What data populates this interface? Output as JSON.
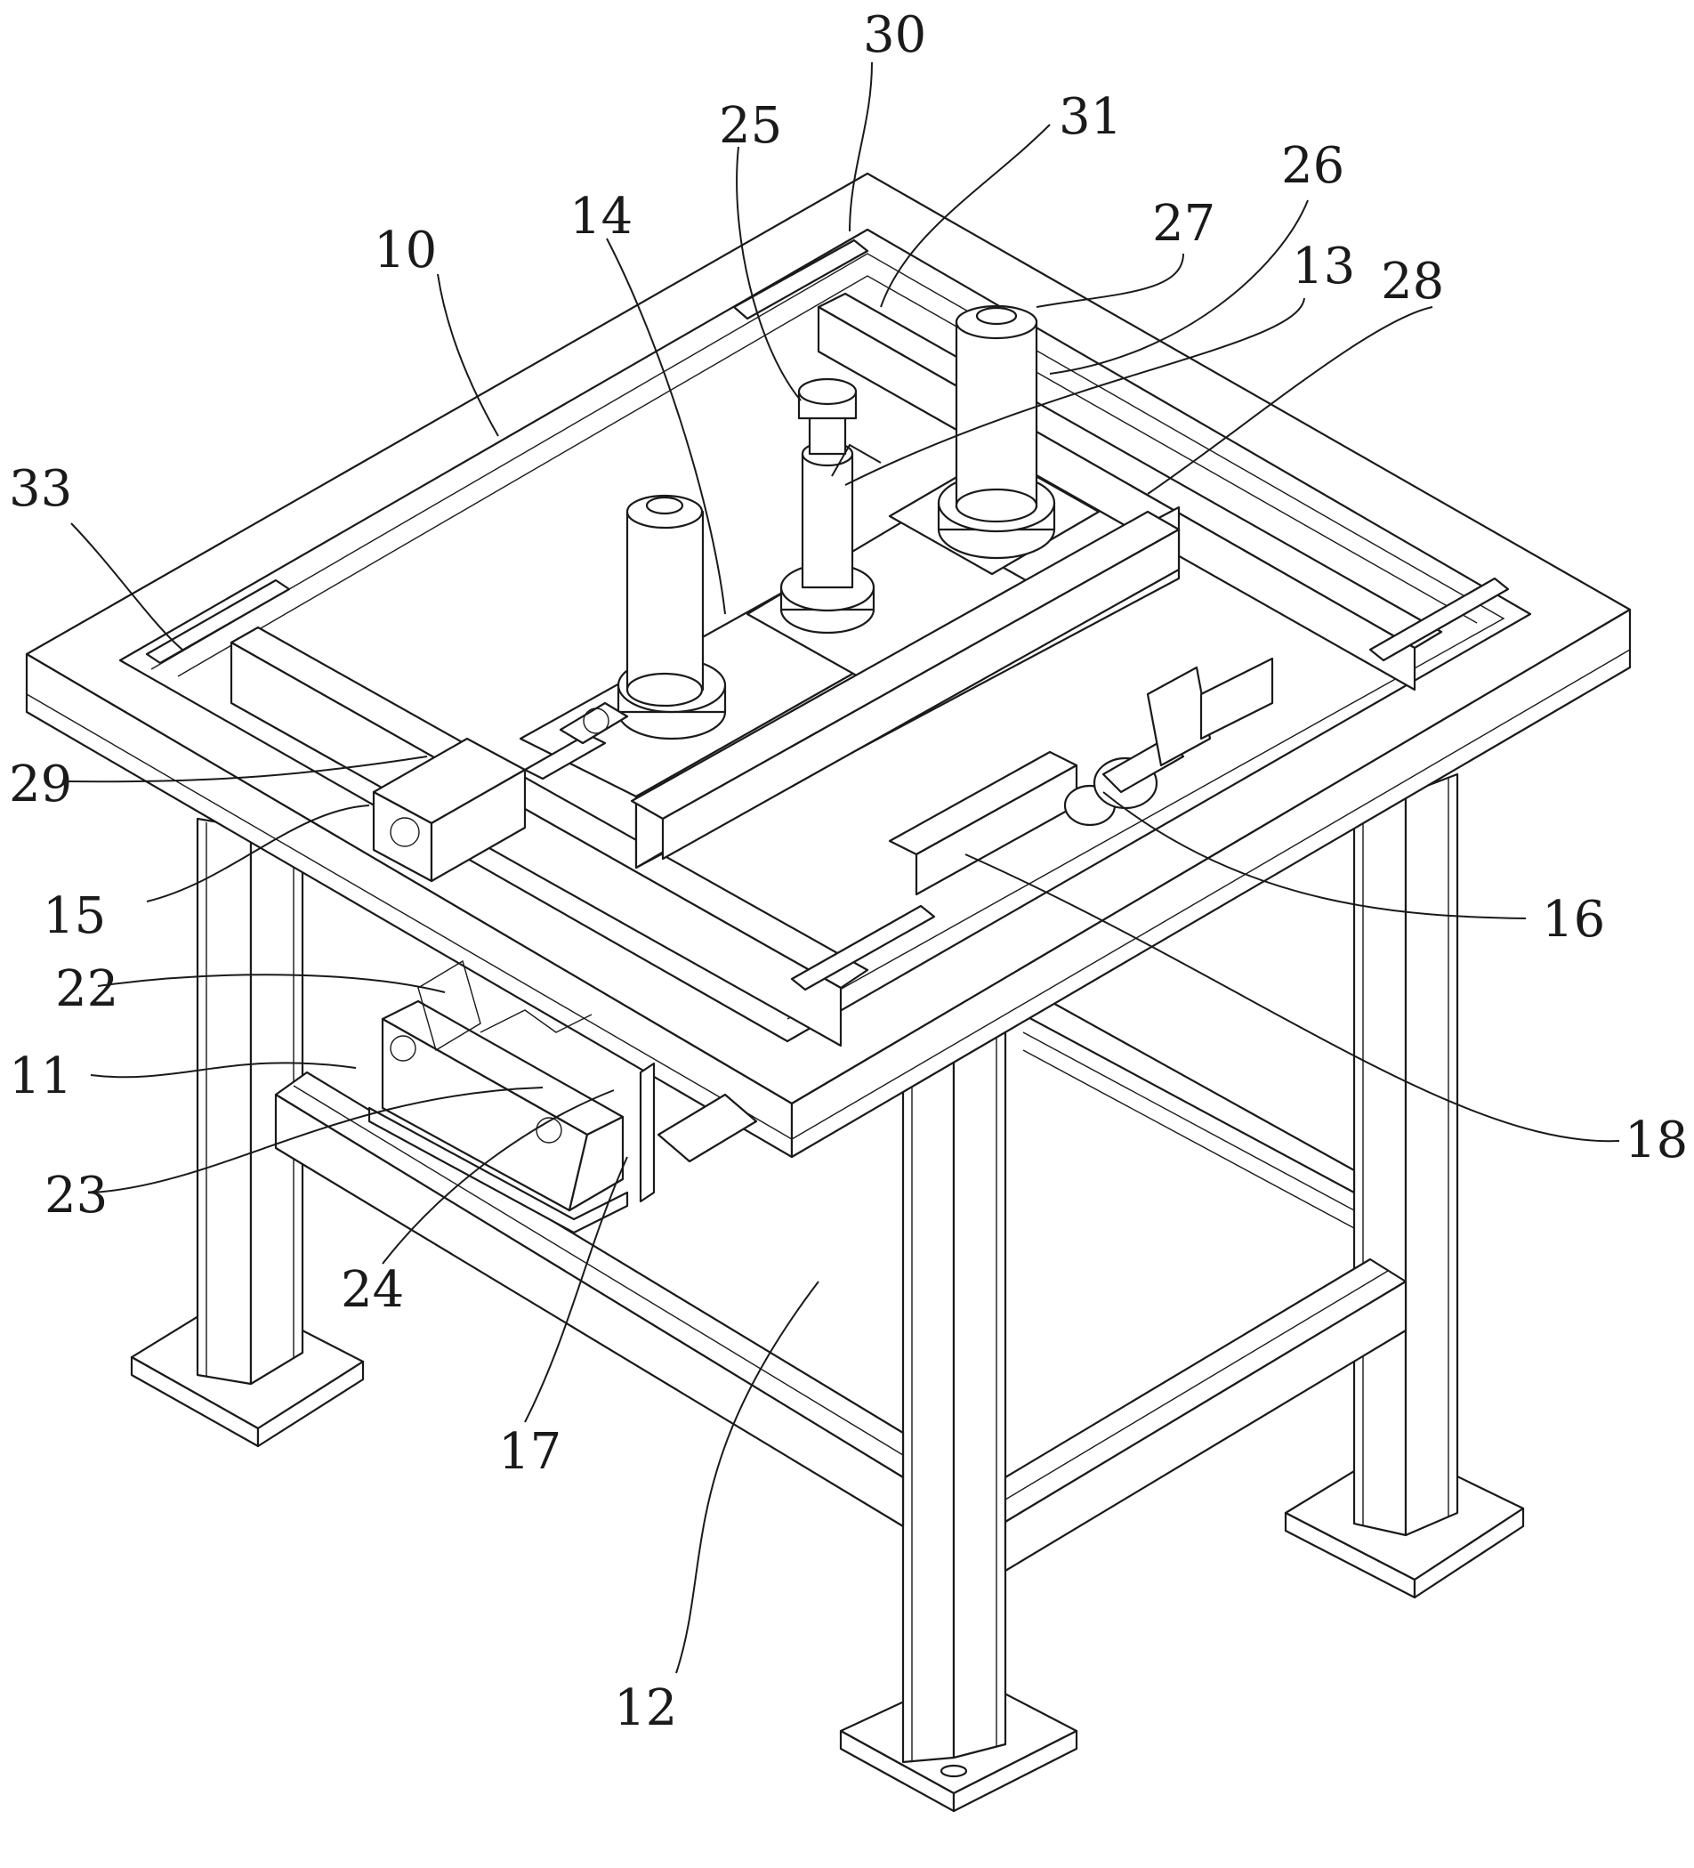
{
  "labels": {
    "l10": "10",
    "l11": "11",
    "l12": "12",
    "l13": "13",
    "l14": "14",
    "l15": "15",
    "l16": "16",
    "l17": "17",
    "l18": "18",
    "l22": "22",
    "l23": "23",
    "l24": "24",
    "l25": "25",
    "l26": "26",
    "l27": "27",
    "l28": "28",
    "l29": "29",
    "l30": "30",
    "l31": "31",
    "l33": "33"
  }
}
